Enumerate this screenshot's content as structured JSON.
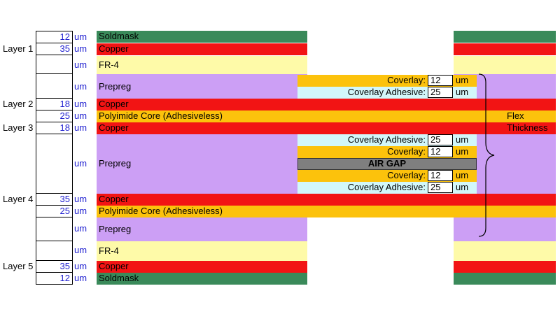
{
  "layers": {
    "layer1": "Layer 1",
    "layer2": "Layer 2",
    "layer3": "Layer 3",
    "layer4": "Layer 4",
    "layer5": "Layer 5"
  },
  "thickness": {
    "soldmask_top": "12",
    "copper_l1": "35",
    "fr4_top": "",
    "prepreg_top": "",
    "copper_l2": "18",
    "polyimide_1": "25",
    "copper_l3": "18",
    "prepreg_mid": "",
    "copper_l4": "35",
    "polyimide_2": "25",
    "prepreg_bottom": "",
    "fr4_bottom": "",
    "copper_l5": "35",
    "soldmask_bottom": "12"
  },
  "unit": "um",
  "materials": {
    "soldmask": "Soldmask",
    "copper": "Copper",
    "fr4": "FR-4",
    "prepreg": "Prepreg",
    "polyimide": "Polyimide Core (Adhesiveless)"
  },
  "coverlay": {
    "coverlay_label": "Coverlay:",
    "adhesive_label": "Coverlay Adhesive:",
    "coverlay_value": "12",
    "adhesive_value": "25"
  },
  "air_gap": "AIR GAP",
  "flex_thickness": {
    "line1": "Flex",
    "line2": "Thickness"
  },
  "colors": {
    "soldmask": "#3a8a5a",
    "copper": "#f21414",
    "fr4": "#fefaa8",
    "prepreg": "#cc9ff5",
    "polyimide": "#fcc20c",
    "adhesive": "#d2f7fa",
    "air_gap": "#7f7f7f",
    "thickness_text": "#1f1fd0"
  }
}
